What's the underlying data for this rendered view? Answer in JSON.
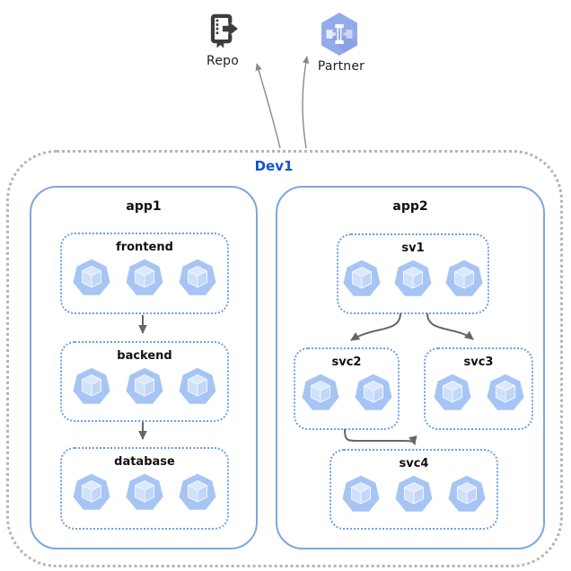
{
  "external_nodes": {
    "repo": {
      "label": "Repo",
      "icon": "source-repository-icon"
    },
    "partner": {
      "label": "Partner",
      "icon": "partner-hexagon-icon"
    }
  },
  "boundary": {
    "label": "Dev1"
  },
  "clusters": {
    "app1": {
      "label": "app1",
      "services": {
        "frontend": {
          "label": "frontend",
          "pods": 3
        },
        "backend": {
          "label": "backend",
          "pods": 3
        },
        "database": {
          "label": "database",
          "pods": 3
        }
      },
      "edges": [
        "frontend->backend",
        "backend->database"
      ]
    },
    "app2": {
      "label": "app2",
      "services": {
        "sv1": {
          "label": "sv1",
          "pods": 3
        },
        "svc2": {
          "label": "svc2",
          "pods": 2
        },
        "svc3": {
          "label": "svc3",
          "pods": 2
        },
        "svc4": {
          "label": "svc4",
          "pods": 3
        }
      },
      "edges": [
        "sv1->svc2",
        "sv1->svc3",
        "svc2->svc4"
      ]
    }
  },
  "external_edges": [
    "Dev1->Repo",
    "Dev1->Partner"
  ],
  "colors": {
    "boundary_border": "#b5b5b5",
    "boundary_label": "#1155cc",
    "cluster_border": "#7ea6e0",
    "service_border": "#6d9eeb",
    "arrow": "#666666",
    "external_arrow": "#8a8a8a",
    "pod_heptagon": "#a6c5f4",
    "pod_cube_top": "#dce8fc",
    "pod_cube_left": "#cfe0fa",
    "pod_cube_right": "#c2d6f8",
    "repo_icon": "#3d3d3d",
    "partner_hexagon": "#94abeb"
  }
}
